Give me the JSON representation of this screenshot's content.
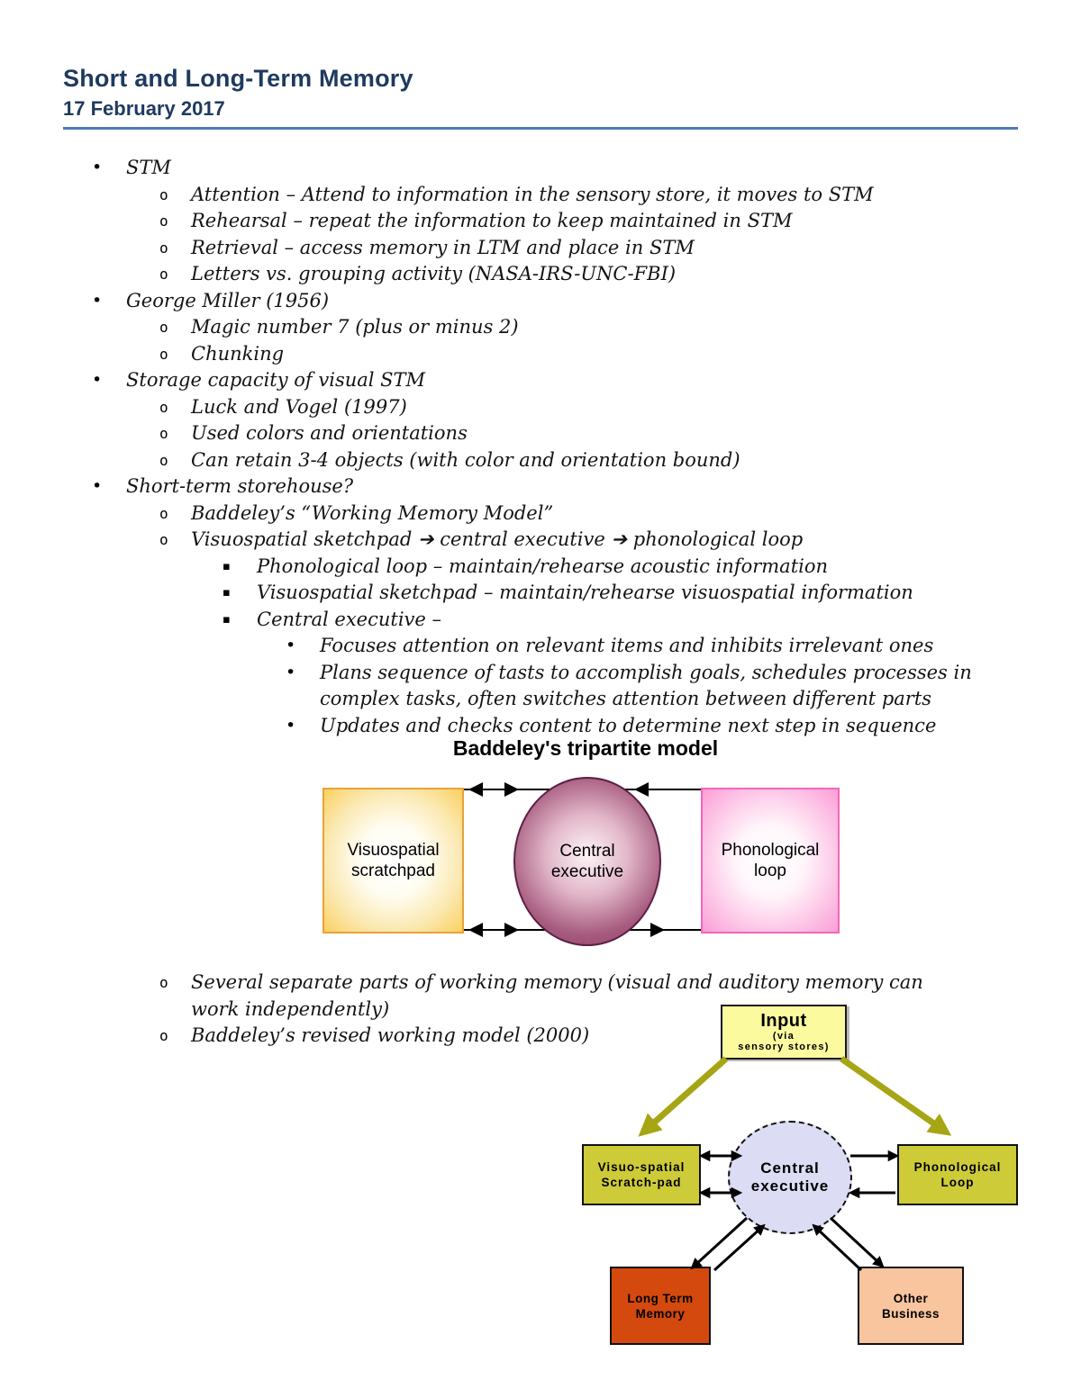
{
  "header": {
    "title": "Short and Long-Term Memory",
    "date": "17 February 2017"
  },
  "notes": {
    "items": [
      {
        "level": 1,
        "marker": "•",
        "text": "STM"
      },
      {
        "level": 2,
        "marker": "o",
        "text": "Attention – Attend to information in the sensory store, it moves to STM"
      },
      {
        "level": 2,
        "marker": "o",
        "text": "Rehearsal – repeat the information to keep maintained in STM"
      },
      {
        "level": 2,
        "marker": "o",
        "text": "Retrieval – access memory in LTM and place in STM"
      },
      {
        "level": 2,
        "marker": "o",
        "text": "Letters vs. grouping activity (NASA-IRS-UNC-FBI)"
      },
      {
        "level": 1,
        "marker": "•",
        "text": "George Miller (1956)"
      },
      {
        "level": 2,
        "marker": "o",
        "text": "Magic number 7 (plus or minus 2)"
      },
      {
        "level": 2,
        "marker": "o",
        "text": "Chunking"
      },
      {
        "level": 1,
        "marker": "•",
        "text": "Storage capacity of visual STM"
      },
      {
        "level": 2,
        "marker": "o",
        "text": "Luck and Vogel (1997)"
      },
      {
        "level": 2,
        "marker": "o",
        "text": "Used colors and orientations"
      },
      {
        "level": 2,
        "marker": "o",
        "text": "Can retain 3-4 objects (with color and orientation bound)"
      },
      {
        "level": 1,
        "marker": "•",
        "text": "Short-term storehouse?"
      },
      {
        "level": 2,
        "marker": "o",
        "text": "Baddeley’s “Working Memory Model”"
      },
      {
        "level": 2,
        "marker": "o",
        "text": "Visuospatial sketchpad ➔ central executive ➔ phonological loop"
      },
      {
        "level": 3,
        "marker": "▪",
        "text": "Phonological loop – maintain/rehearse acoustic information"
      },
      {
        "level": 3,
        "marker": "▪",
        "text": "Visuospatial sketchpad – maintain/rehearse visuospatial information"
      },
      {
        "level": 3,
        "marker": "▪",
        "text": "Central executive –"
      },
      {
        "level": 4,
        "marker": "•",
        "text": "Focuses attention on relevant items and inhibits irrelevant ones"
      },
      {
        "level": 4,
        "marker": "•",
        "text": "Plans sequence of tasts to accomplish goals, schedules processes in complex tasks, often switches attention between different parts"
      },
      {
        "level": 4,
        "marker": "•",
        "text": "Updates and checks content to determine next step in sequence"
      }
    ],
    "tail": [
      {
        "level": 2,
        "marker": "o",
        "text": "Several separate parts of working memory (visual and auditory memory can work independently)"
      },
      {
        "level": 2,
        "marker": "o",
        "text": "Baddeley’s revised working model (2000)"
      }
    ]
  },
  "diagram1": {
    "title": "Baddeley's tripartite model",
    "left_label": "Visuospatial\nscratchpad",
    "center_label": "Central\nexecutive",
    "right_label": "Phonological\nloop"
  },
  "diagram2": {
    "input_title": "Input",
    "input_sub": "(via\nsensory stores)",
    "left_label": "Visuo-spatial\nScratch-pad",
    "center_label": "Central\nexecutive",
    "right_label": "Phonological\nLoop",
    "bottom_left_label": "Long Term\nMemory",
    "bottom_right_label": "Other\nBusiness"
  },
  "colors": {
    "title_text": "#1f3a5f",
    "header_rule": "#4f7cb8",
    "d1_yellow_box": "#fbc845",
    "d1_yellow_border": "#e8a23a",
    "d1_pink_box": "#fb8fd2",
    "d1_pink_border": "#f168b8",
    "d1_ellipse": "#8e3c64",
    "d2_input_box": "#fbfa9e",
    "d2_green_box": "#cdcb37",
    "d2_circle": "#dcdcf4",
    "d2_long_term_box": "#d3490e",
    "d2_other_box": "#f9c59e",
    "d2_olive_arrow": "#a6a514"
  }
}
